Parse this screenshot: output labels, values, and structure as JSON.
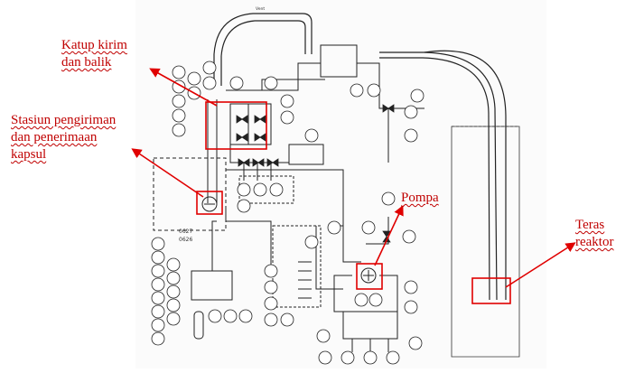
{
  "callouts": {
    "katup": {
      "line1": "Katup kirim",
      "line2": "dan balik"
    },
    "stasiun": {
      "line1": "Stasiun pengiriman",
      "line2": "dan penerimaan",
      "line3": "kapsul"
    },
    "pompa": {
      "line1": "Pompa"
    },
    "teras": {
      "line1": "Teras",
      "line2": "reaktor"
    }
  },
  "labels": {
    "vent": "Vent",
    "code_top": "0627",
    "code_bottom": "0626"
  },
  "colors": {
    "highlight": "#e00000",
    "drawing": "#222222"
  }
}
